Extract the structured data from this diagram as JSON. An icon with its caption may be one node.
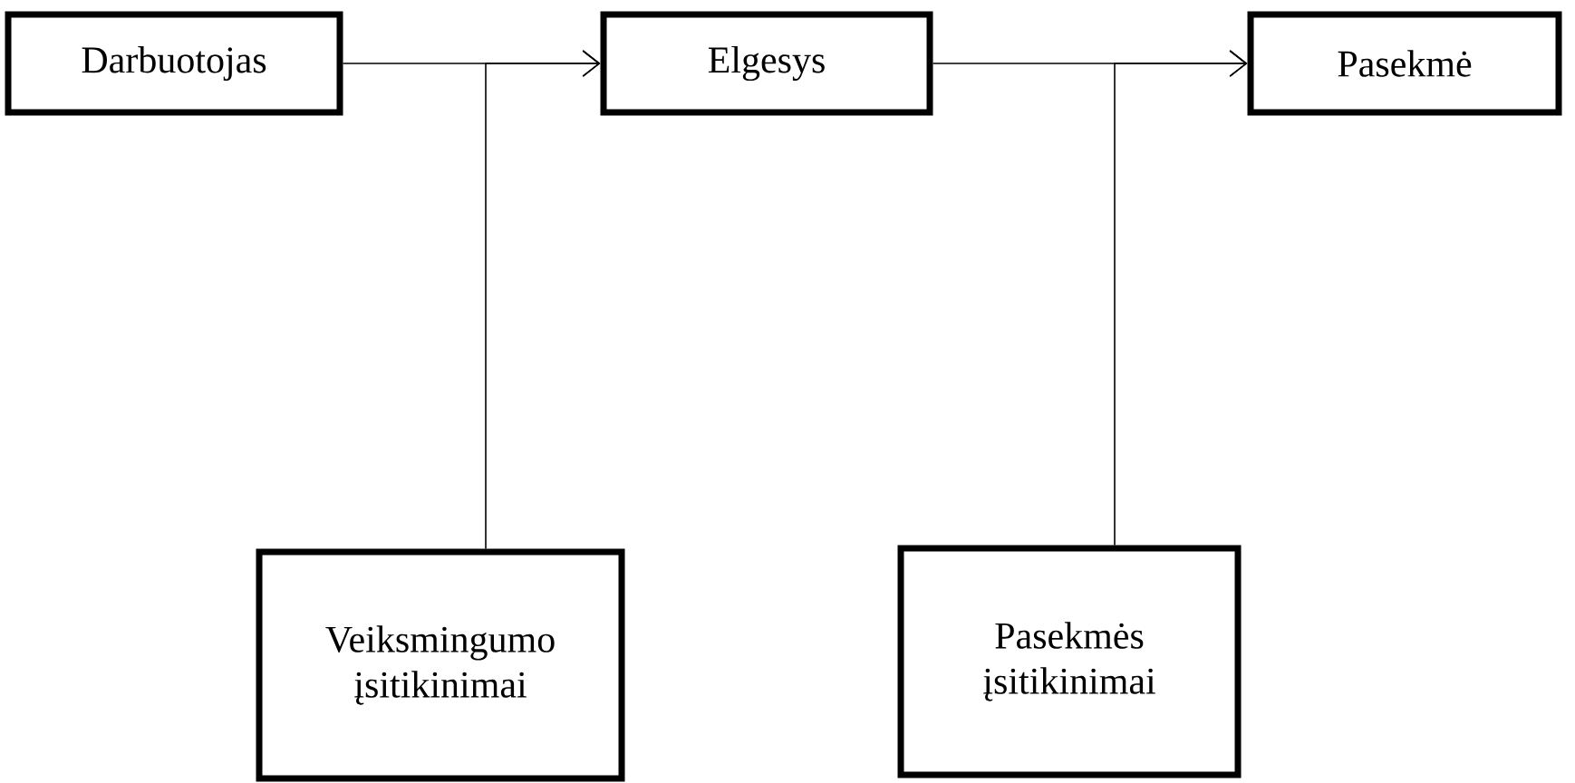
{
  "diagram": {
    "nodes": [
      {
        "text": [
          "Darbuotojas"
        ]
      },
      {
        "text": [
          "Elgesys"
        ]
      },
      {
        "text": [
          "Pasekmė"
        ]
      },
      {
        "text": [
          "Veiksmingumo įsitikinimai"
        ]
      },
      {
        "text": [
          "Pasekmės įsitikinimai"
        ]
      }
    ],
    "edges": [
      {
        "from": 0,
        "to": 1,
        "arrow": "to"
      },
      {
        "from": 3,
        "to": 1,
        "arrow": "to"
      },
      {
        "from": 1,
        "to": 2,
        "arrow": "to"
      },
      {
        "from": 4,
        "to": 2,
        "arrow": "to"
      }
    ]
  }
}
